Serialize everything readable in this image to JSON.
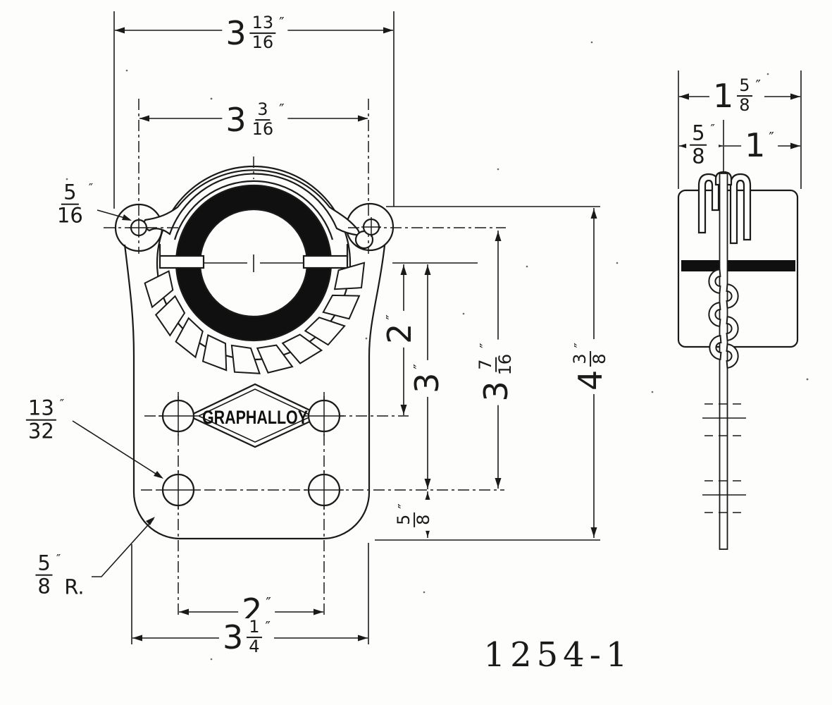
{
  "front_view": {
    "logo_text": "GRAPHALLOY",
    "dimensions": {
      "overall_width": {
        "whole": "3",
        "num": "13",
        "den": "16",
        "unit": "″"
      },
      "ear_hole_span": {
        "whole": "3",
        "num": "3",
        "den": "16",
        "unit": "″"
      },
      "ear_hole_diameter": {
        "num": "5",
        "den": "16",
        "unit": "″"
      },
      "center_to_upper_holes": {
        "whole": "2",
        "unit": "″"
      },
      "center_to_lower_holes": {
        "whole": "3",
        "unit": "″"
      },
      "ear_line_to_lower_holes": {
        "whole": "3",
        "num": "7",
        "den": "16",
        "unit": "″"
      },
      "overall_height": {
        "whole": "4",
        "num": "3",
        "den": "8",
        "unit": "″"
      },
      "lower_holes_to_bottom": {
        "num": "5",
        "den": "8",
        "unit": "″"
      },
      "bolt_hole_diameter": {
        "num": "13",
        "den": "32",
        "unit": "″"
      },
      "corner_radius": {
        "num": "5",
        "den": "8",
        "unit": "″",
        "suffix": "R."
      },
      "bolt_hole_spacing": {
        "whole": "2",
        "unit": "″"
      },
      "base_width": {
        "whole": "3",
        "num": "1",
        "den": "4",
        "unit": "″"
      }
    }
  },
  "side_view": {
    "dimensions": {
      "overall_width": {
        "whole": "1",
        "num": "5",
        "den": "8",
        "unit": "″"
      },
      "left_segment": {
        "num": "5",
        "den": "8",
        "unit": "″"
      },
      "right_segment": {
        "whole": "1",
        "unit": "″"
      }
    }
  },
  "title_block": {
    "drawing_number": "1254-1"
  }
}
